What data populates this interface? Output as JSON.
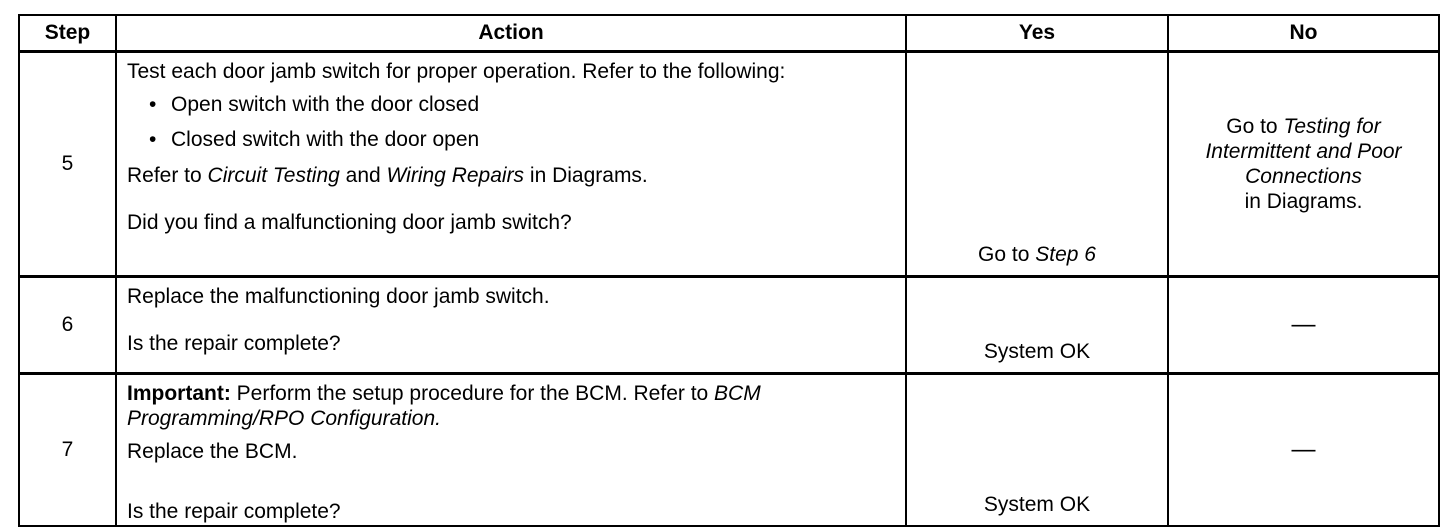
{
  "headers": {
    "step": "Step",
    "action": "Action",
    "yes": "Yes",
    "no": "No"
  },
  "rows": [
    {
      "step": "5",
      "action": {
        "intro": "Test each door jamb switch for proper operation. Refer to the following:",
        "bullets": [
          "Open switch with the door closed",
          "Closed switch with the door open"
        ],
        "refer_prefix": "Refer to ",
        "refer_link1": "Circuit Testing",
        "refer_and": " and ",
        "refer_link2": "Wiring Repairs",
        "refer_suffix": " in Diagrams.",
        "question": "Did you find a malfunctioning door jamb switch?"
      },
      "yes": {
        "prefix": "Go to ",
        "link": "Step 6"
      },
      "no": {
        "prefix": "Go to ",
        "link": "Testing for Intermittent and Poor Connections",
        "suffix": "in Diagrams."
      }
    },
    {
      "step": "6",
      "action": {
        "text": "Replace the malfunctioning door jamb switch.",
        "question": "Is the repair complete?"
      },
      "yes": {
        "text": "System OK"
      },
      "no": {
        "text": "—"
      }
    },
    {
      "step": "7",
      "action": {
        "important_label": "Important:",
        "important_text": " Perform the setup procedure for the BCM. Refer to ",
        "important_link": "BCM Programming/RPO Configuration",
        "important_end": ".",
        "text": "Replace the BCM.",
        "question": "Is the repair complete?"
      },
      "yes": {
        "text": "System OK"
      },
      "no": {
        "text": "—"
      }
    }
  ]
}
